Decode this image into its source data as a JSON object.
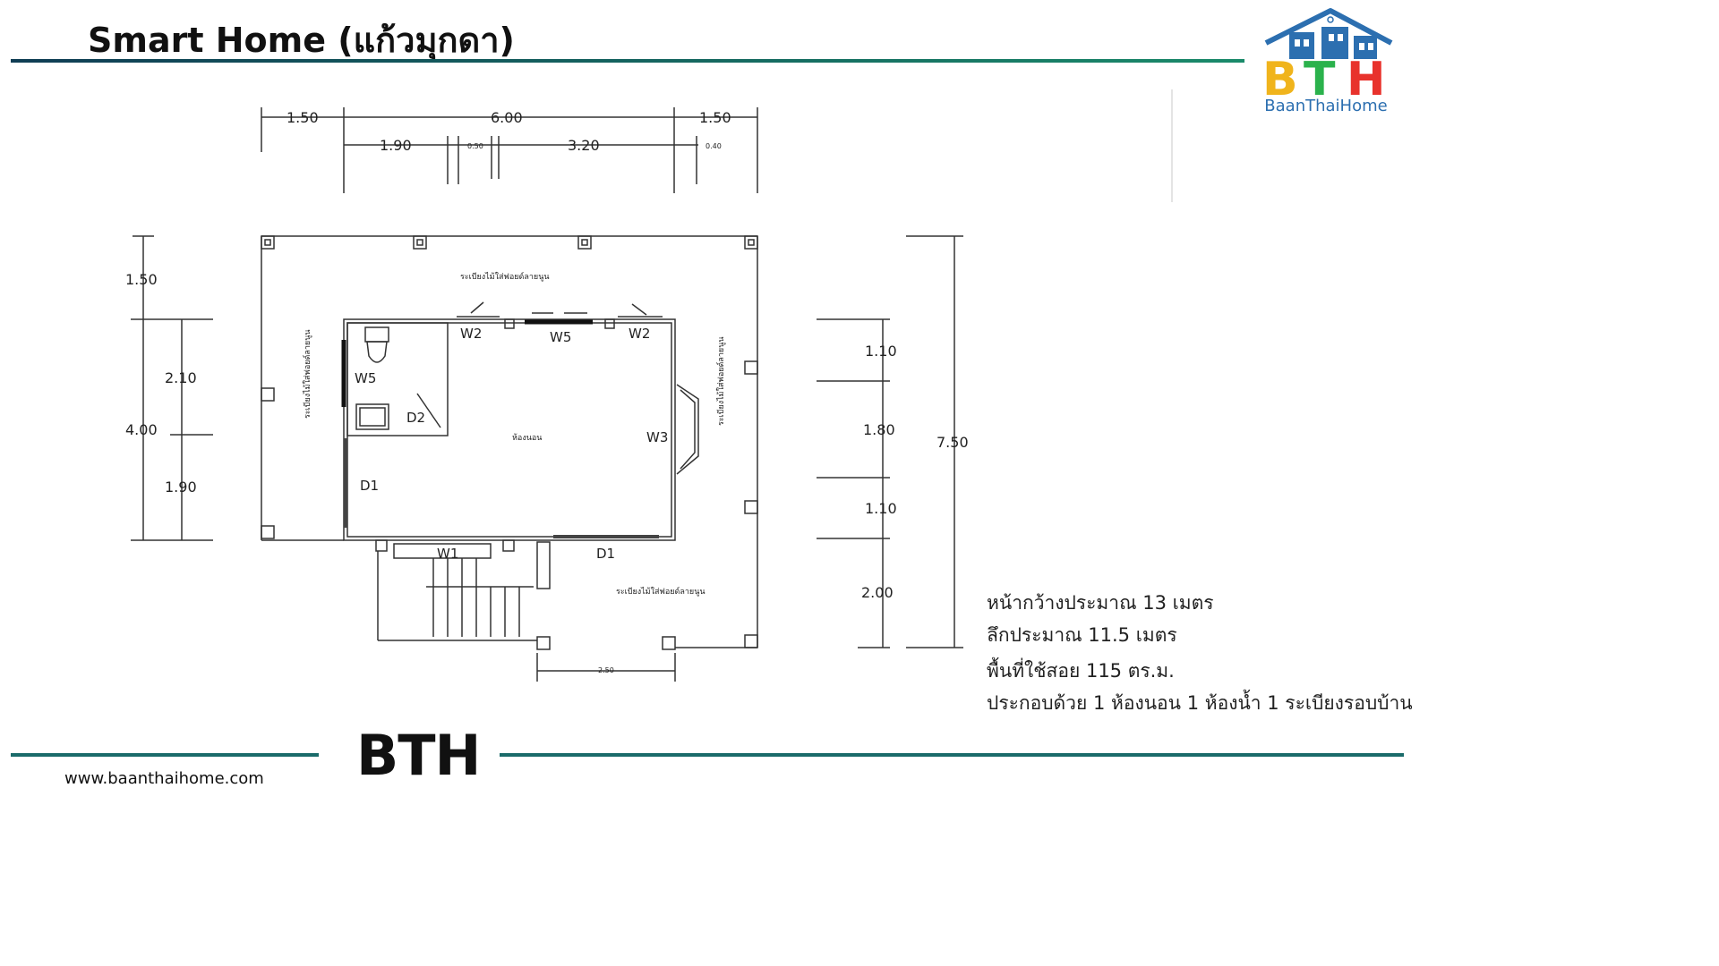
{
  "header": {
    "title": "Smart Home (แก้วมุกดา)"
  },
  "logo": {
    "letters": "BTH",
    "name": "BaanThaiHome",
    "colors": {
      "b": "#f0b41c",
      "t": "#2bb24c",
      "h": "#e8322c",
      "roof": "#2c6fb0"
    }
  },
  "footer": {
    "brand": "BTH",
    "website": "www.baanthaihome.com"
  },
  "description": [
    "หน้ากว้างประมาณ 13 เมตร",
    "ลึกประมาณ 11.5 เมตร",
    "พื้นที่ใช้สอย 115 ตร.ม.",
    "ประกอบด้วย 1 ห้องนอน 1 ห้องน้ำ 1 ระเบียงรอบบ้าน"
  ],
  "plan": {
    "top_dims_row1": [
      "1.50",
      "6.00",
      "1.50"
    ],
    "top_dims_row2": [
      "1.90",
      "0.50",
      "3.20",
      "0.40"
    ],
    "left_dims_outer": [
      "1.50",
      "4.00"
    ],
    "left_dims_inner": [
      "2.10",
      "1.90"
    ],
    "right_dims_inner": [
      "1.10",
      "1.80",
      "1.10",
      "2.00"
    ],
    "right_dim_total": "7.50",
    "bottom_dim": "2.50",
    "labels": {
      "w2a": "W2",
      "w5top": "W5",
      "w2b": "W2",
      "w5left": "W5",
      "d2": "D2",
      "w3": "W3",
      "d1left": "D1",
      "w1": "W1",
      "d1bottom": "D1"
    },
    "room_labels": {
      "terrace_top": "ระเบียงไม้ใส่ฟอยด์ลายนูน",
      "terrace_left": "ระเบียงไม้ใส่ฟอยด์ลายนูน",
      "terrace_right": "ระเบียงไม้ใส่ฟอยด์ลายนูน",
      "terrace_bottom": "ระเบียงไม้ใส่ฟอยด์ลายนูน",
      "bedroom": "ห้องนอน"
    }
  }
}
